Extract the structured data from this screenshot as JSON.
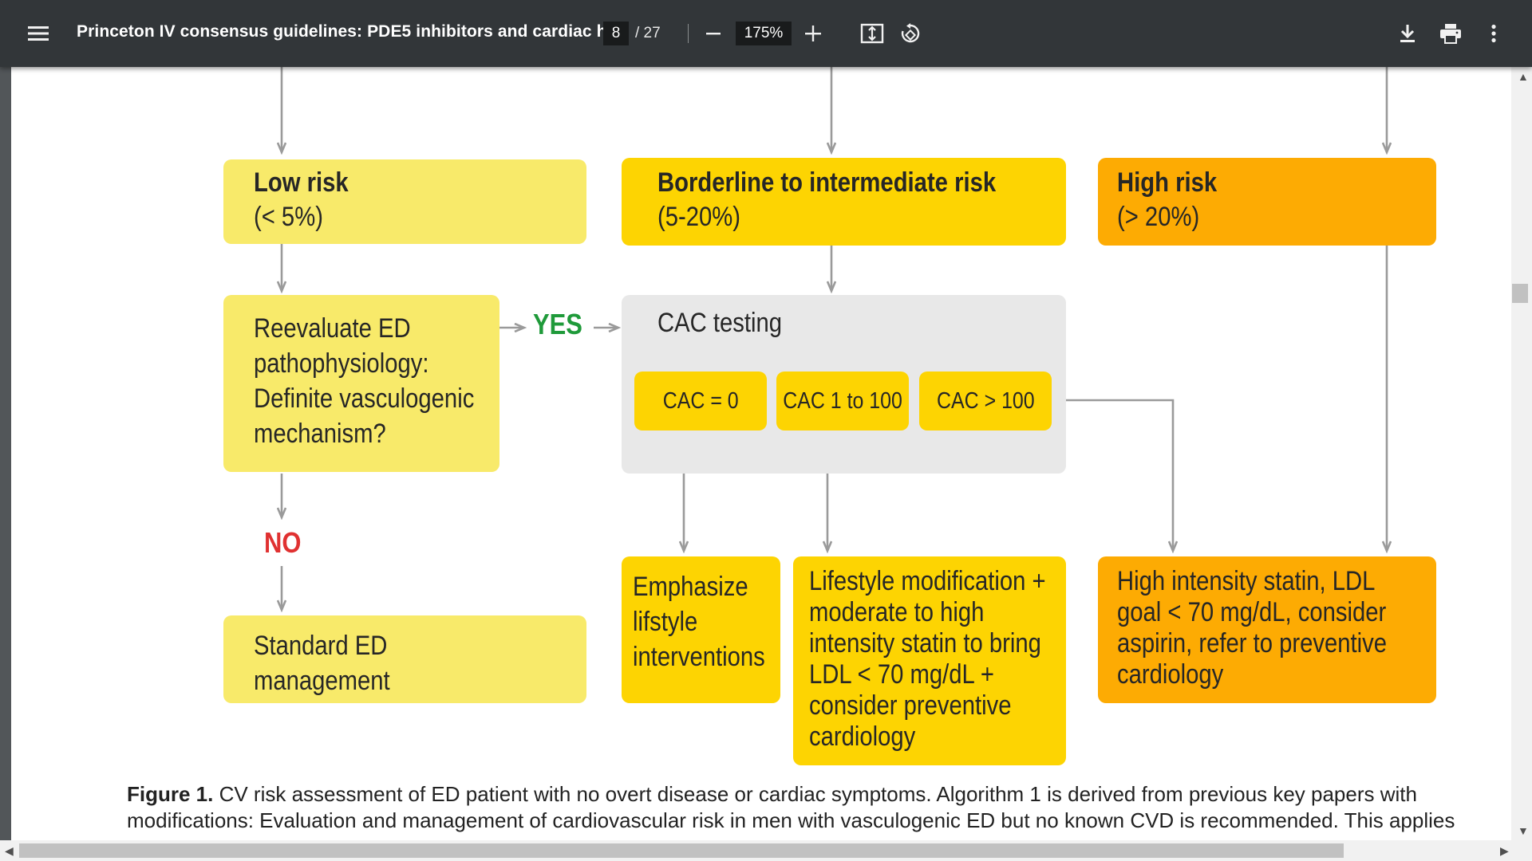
{
  "toolbar": {
    "menu_icon": "hamburger-menu-icon",
    "title": "Princeton IV consensus guidelines: PDE5 inhibitors and cardiac h...",
    "current_page": "8",
    "page_total": "/ 27",
    "zoom": "175%",
    "icons": [
      "zoom-out-icon",
      "zoom-in-icon",
      "fit-page-icon",
      "rotate-icon",
      "download-icon",
      "print-icon",
      "more-options-icon"
    ]
  },
  "figure": {
    "low_risk": {
      "title": "Low risk",
      "range": "(< 5%)"
    },
    "borderline_risk": {
      "title": "Borderline to intermediate risk",
      "range": "(5-20%)"
    },
    "high_risk": {
      "title": "High risk",
      "range": "(> 20%)"
    },
    "reevaluate": "Reevaluate ED pathophysiology: Definite vasculogenic mechanism?",
    "yes_label": "YES",
    "no_label": "NO",
    "cac_testing": "CAC testing",
    "cac_zero": "CAC = 0",
    "cac_1_100": "CAC 1 to 100",
    "cac_over_100": "CAC  > 100",
    "standard_management": "Standard ED management",
    "emphasize_lifestyle": "Emphasize lifstyle interventions",
    "lifestyle_statin": "Lifestyle modification + moderate to high intensity statin to bring LDL < 70 mg/dL + consider preventive cardiology",
    "high_intensity": "High intensity statin, LDL goal < 70 mg/dL, consider aspirin, refer to preventive cardiology"
  },
  "caption": {
    "label": "Figure 1.",
    "text": " CV risk assessment of ED patient with no overt disease or cardiac symptoms. Algorithm 1 is derived from previous key papers with modifications: Evaluation and management of cardiovascular risk in men with vasculogenic ED but no known CVD is recommended. This applies"
  },
  "colors": {
    "toolbar": "#323639",
    "light_yellow": "#f8ea6a",
    "yellow": "#fdd402",
    "orange": "#fdab03",
    "gray_panel": "#e8e8e8",
    "yes_green": "#1f9a3a",
    "no_red": "#e03131",
    "arrow_gray": "#9a9a9a"
  }
}
